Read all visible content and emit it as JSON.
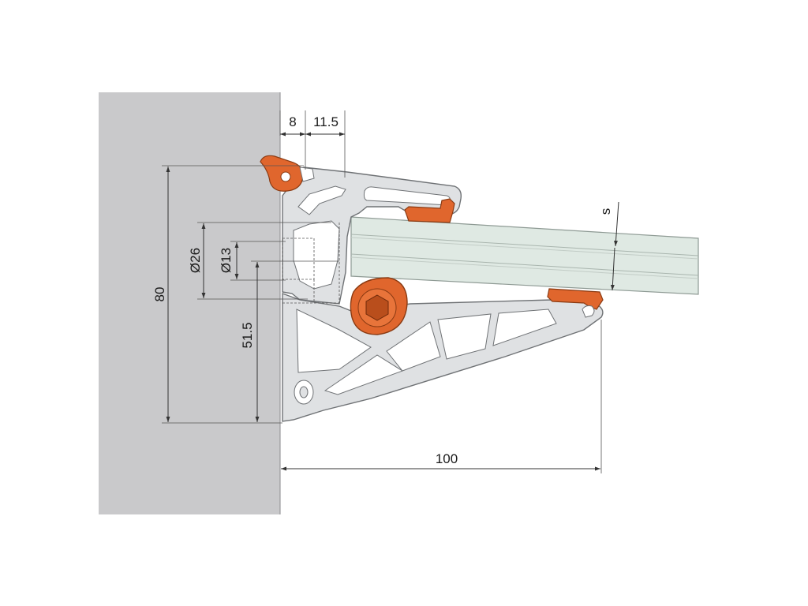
{
  "colors": {
    "wall": "#c9c9cb",
    "profile": "#dfe1e3",
    "profile_edge": "#6f7275",
    "gasket": "#e0662d",
    "gasket_edge": "#8a3a12",
    "glass": "#dfe9e3",
    "glass_edge": "#8e9a94",
    "dim": "#333333"
  },
  "dimensions": {
    "top_left": "8",
    "top_right": "11.5",
    "height_total": "80",
    "dia_large": "Ø26",
    "dia_small": "Ø13",
    "height_axis": "51.5",
    "projection": "100",
    "glass_thickness": "s"
  }
}
